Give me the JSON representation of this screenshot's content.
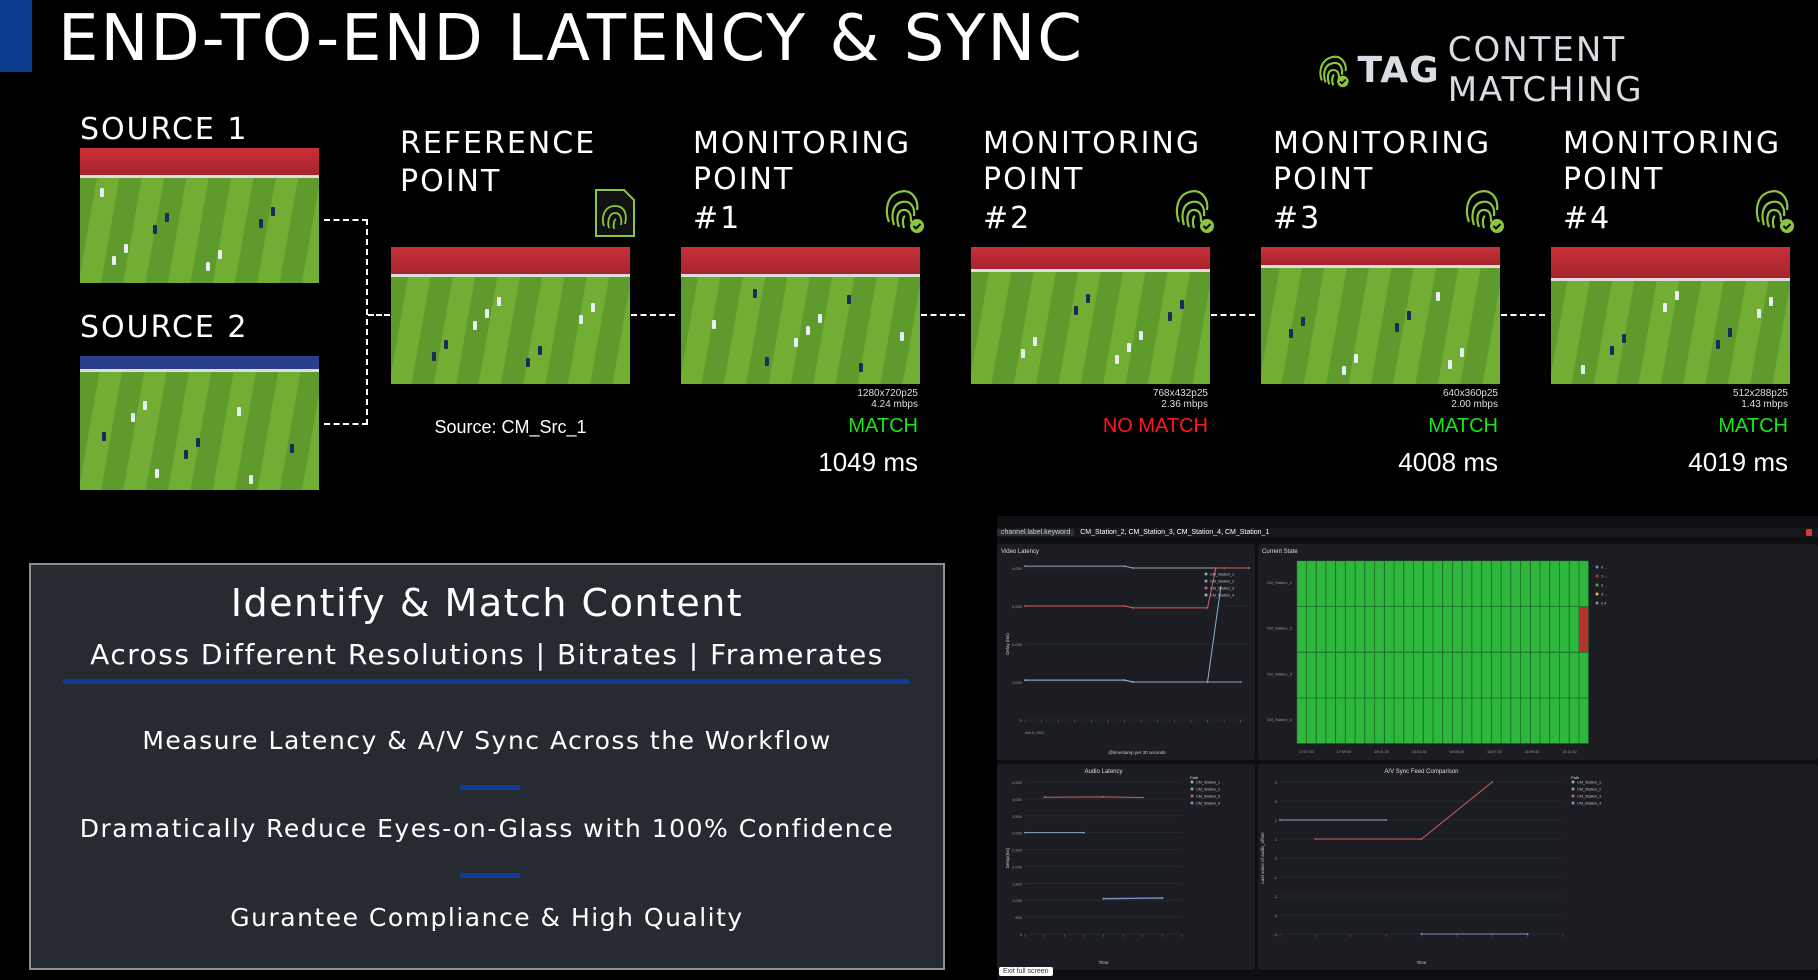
{
  "title": "END-TO-END LATENCY & SYNC",
  "logo": {
    "tag": "TAG",
    "text": "CONTENT MATCHING",
    "color": "#8cc63f"
  },
  "sources": [
    {
      "label": "SOURCE 1"
    },
    {
      "label": "SOURCE 2"
    }
  ],
  "reference": {
    "label_l1": "REFERENCE",
    "label_l2": "POINT",
    "source": "Source: CM_Src_1",
    "icon": "document-fingerprint-icon"
  },
  "monitoring": [
    {
      "l1": "MONITORING",
      "l2": "POINT",
      "l3": "#1",
      "res": "1280x720p25",
      "rate": "4.24 mbps",
      "status": "MATCH",
      "latency": "1049 ms",
      "status_color": "#19e619"
    },
    {
      "l1": "MONITORING",
      "l2": "POINT",
      "l3": "#2",
      "res": "768x432p25",
      "rate": "2.36 mbps",
      "status": "NO MATCH",
      "latency": "",
      "status_color": "#ff1a1a"
    },
    {
      "l1": "MONITORING",
      "l2": "POINT",
      "l3": "#3",
      "res": "640x360p25",
      "rate": "2.00 mbps",
      "status": "MATCH",
      "latency": "4008 ms",
      "status_color": "#19e619"
    },
    {
      "l1": "MONITORING",
      "l2": "POINT",
      "l3": "#4",
      "res": "512x288p25",
      "rate": "1.43 mbps",
      "status": "MATCH",
      "latency": "4019 ms",
      "status_color": "#19e619"
    }
  ],
  "panel": {
    "heading": "Identify & Match Content",
    "subheading": "Across Different Resolutions  |  Bitrates  |  Framerates",
    "points": [
      "Measure Latency & A/V Sync Across the Workflow",
      "Dramatically Reduce Eyes-on-Glass with 100% Confidence",
      "Gurantee Compliance & High Quality"
    ],
    "accent": "#0f3a9a"
  },
  "dashboard": {
    "filter_key": "channel.label.keyword",
    "filter_value": "CM_Station_2, CM_Station_3, CM_Station_4, CM_Station_1",
    "exit_label": "Exit full screen"
  },
  "chart_data": [
    {
      "type": "line",
      "title": "Video Latency",
      "ylabel": "Delay (ms)",
      "xlabel": "@timestamp per 30 seconds",
      "xnote": "Mar 5, 2024",
      "ylim": [
        0,
        4000
      ],
      "yticks": [
        "0",
        "1,000",
        "2,000",
        "3,000",
        "4,000"
      ],
      "legend": "top-right",
      "series": [
        {
          "name": "CM_Station_1",
          "color": "#9aa3ad",
          "x": [
            0,
            6,
            6.5,
            12,
            13.5
          ],
          "y": [
            4050,
            4050,
            4000,
            4000,
            4000
          ]
        },
        {
          "name": "CM_Station_2",
          "color": "#8aa0b8",
          "x": [
            0,
            6,
            6.5,
            11,
            13
          ],
          "y": [
            1050,
            1050,
            1000,
            1000,
            1000
          ]
        },
        {
          "name": "CM_Station_3",
          "color": "#d06060",
          "x": [
            0,
            6,
            6.5,
            11,
            11.5,
            13.5
          ],
          "y": [
            3000,
            3000,
            2950,
            2950,
            4000,
            4000
          ]
        },
        {
          "name": "CM_Station_4",
          "color": "#8ab0d0",
          "x": [
            0,
            6,
            6.5,
            11,
            11.8
          ],
          "y": [
            1050,
            1050,
            1000,
            1000,
            3500
          ]
        }
      ]
    },
    {
      "type": "heatmap",
      "title": "Current State",
      "rows": [
        "CM_Station_1",
        "CM_Station_2",
        "CM_Station_3",
        "CM_Station_4"
      ],
      "xticks": [
        "17:57:30",
        "17:59:30",
        "18:01:30",
        "18:03:30",
        "18:05:30",
        "18:07:30",
        "18:09:30",
        "18:11:30"
      ],
      "columns": 30,
      "legend": [
        {
          "label": "0 ..",
          "color": "#6a8ad0"
        },
        {
          "label": "1 -..",
          "color": "#c03030"
        },
        {
          "label": "2 ..",
          "color": "#2db83d"
        },
        {
          "label": "3 ..",
          "color": "#e0c040"
        },
        {
          "label": "≥ 4",
          "color": "#8090a0"
        }
      ],
      "exceptions": [
        {
          "row": "CM_Station_2",
          "column": 30,
          "state": "1",
          "color": "#b83232"
        }
      ],
      "default_color": "#2db83d"
    },
    {
      "type": "line",
      "title": "Audio Latency",
      "ylabel": "Delay(ms)",
      "xlabel": "Time",
      "ylim": [
        0,
        4500
      ],
      "yticks": [
        "0",
        "500",
        "1,000",
        "1,500",
        "2,000",
        "2,500",
        "3,000",
        "3,500",
        "4,000",
        "4,500"
      ],
      "legend_title": "Path",
      "legend": "right",
      "series": [
        {
          "name": "CM_Station_1",
          "color": "#7fc0a0",
          "x": [
            4,
            7
          ],
          "y": [
            1050,
            1070
          ]
        },
        {
          "name": "CM_Station_2",
          "color": "#8aa8c8",
          "x": [
            0,
            3
          ],
          "y": [
            3000,
            3000
          ]
        },
        {
          "name": "CM_Station_3",
          "color": "#d06060",
          "x": [
            1,
            4,
            6
          ],
          "y": [
            4050,
            4060,
            4040
          ]
        },
        {
          "name": "CM_Station_4",
          "color": "#7f8fd0",
          "x": [
            4,
            7
          ],
          "y": [
            1040,
            1060
          ]
        }
      ]
    },
    {
      "type": "line",
      "title": "A/V Sync Feed Comparison",
      "ylabel": "Last value of audio_offset",
      "xlabel": "Time",
      "ylim": [
        -4,
        4
      ],
      "yticks": [
        "-4",
        "-3",
        "-2",
        "-1",
        "0",
        "1",
        "2",
        "3",
        "4"
      ],
      "legend_title": "Path",
      "legend": "right",
      "series": [
        {
          "name": "CM_Station_1",
          "color": "#7fc0a0",
          "x": [
            4,
            7
          ],
          "y": [
            -4,
            -4
          ]
        },
        {
          "name": "CM_Station_2",
          "color": "#8aa8c8",
          "x": [
            0,
            3
          ],
          "y": [
            2,
            2
          ]
        },
        {
          "name": "CM_Station_3",
          "color": "#d06060",
          "x": [
            1,
            4,
            6
          ],
          "y": [
            1,
            1,
            4
          ]
        },
        {
          "name": "CM_Station_4",
          "color": "#7f8fd0",
          "x": [
            4,
            7
          ],
          "y": [
            -4,
            -4
          ]
        }
      ]
    }
  ]
}
